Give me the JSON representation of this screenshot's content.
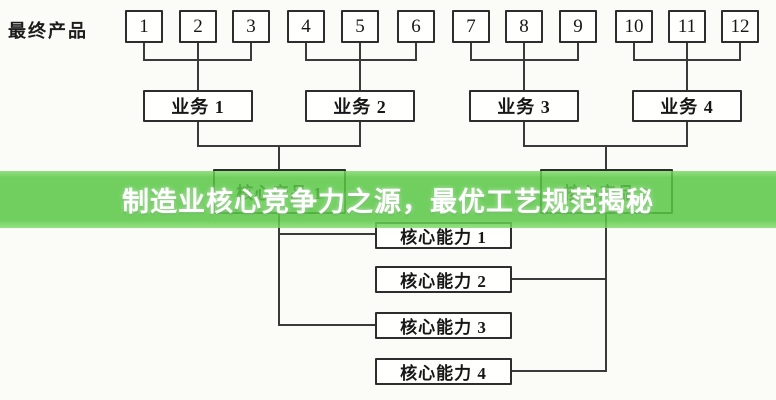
{
  "banner": {
    "text": "制造业核心竞争力之源，最优工艺规范揭秘",
    "bg_color": "#58c744",
    "text_color": "#ffffff"
  },
  "diagram": {
    "final_products_label": "最终产品",
    "product_numbers": [
      "1",
      "2",
      "3",
      "4",
      "5",
      "6",
      "7",
      "8",
      "9",
      "10",
      "11",
      "12"
    ],
    "business_units": [
      "业务 1",
      "业务 2",
      "业务 3",
      "业务 4"
    ],
    "core_products": [
      "核心产品 1",
      "核心产品 2"
    ],
    "core_competences": [
      "核心能力 1",
      "核心能力 2",
      "核心能力 3",
      "核心能力 4"
    ],
    "colors": {
      "line": "#3a3a3a",
      "box_border": "#2d2d2d",
      "box_bg": "#ffffff",
      "background": "#fbfbf8"
    }
  }
}
